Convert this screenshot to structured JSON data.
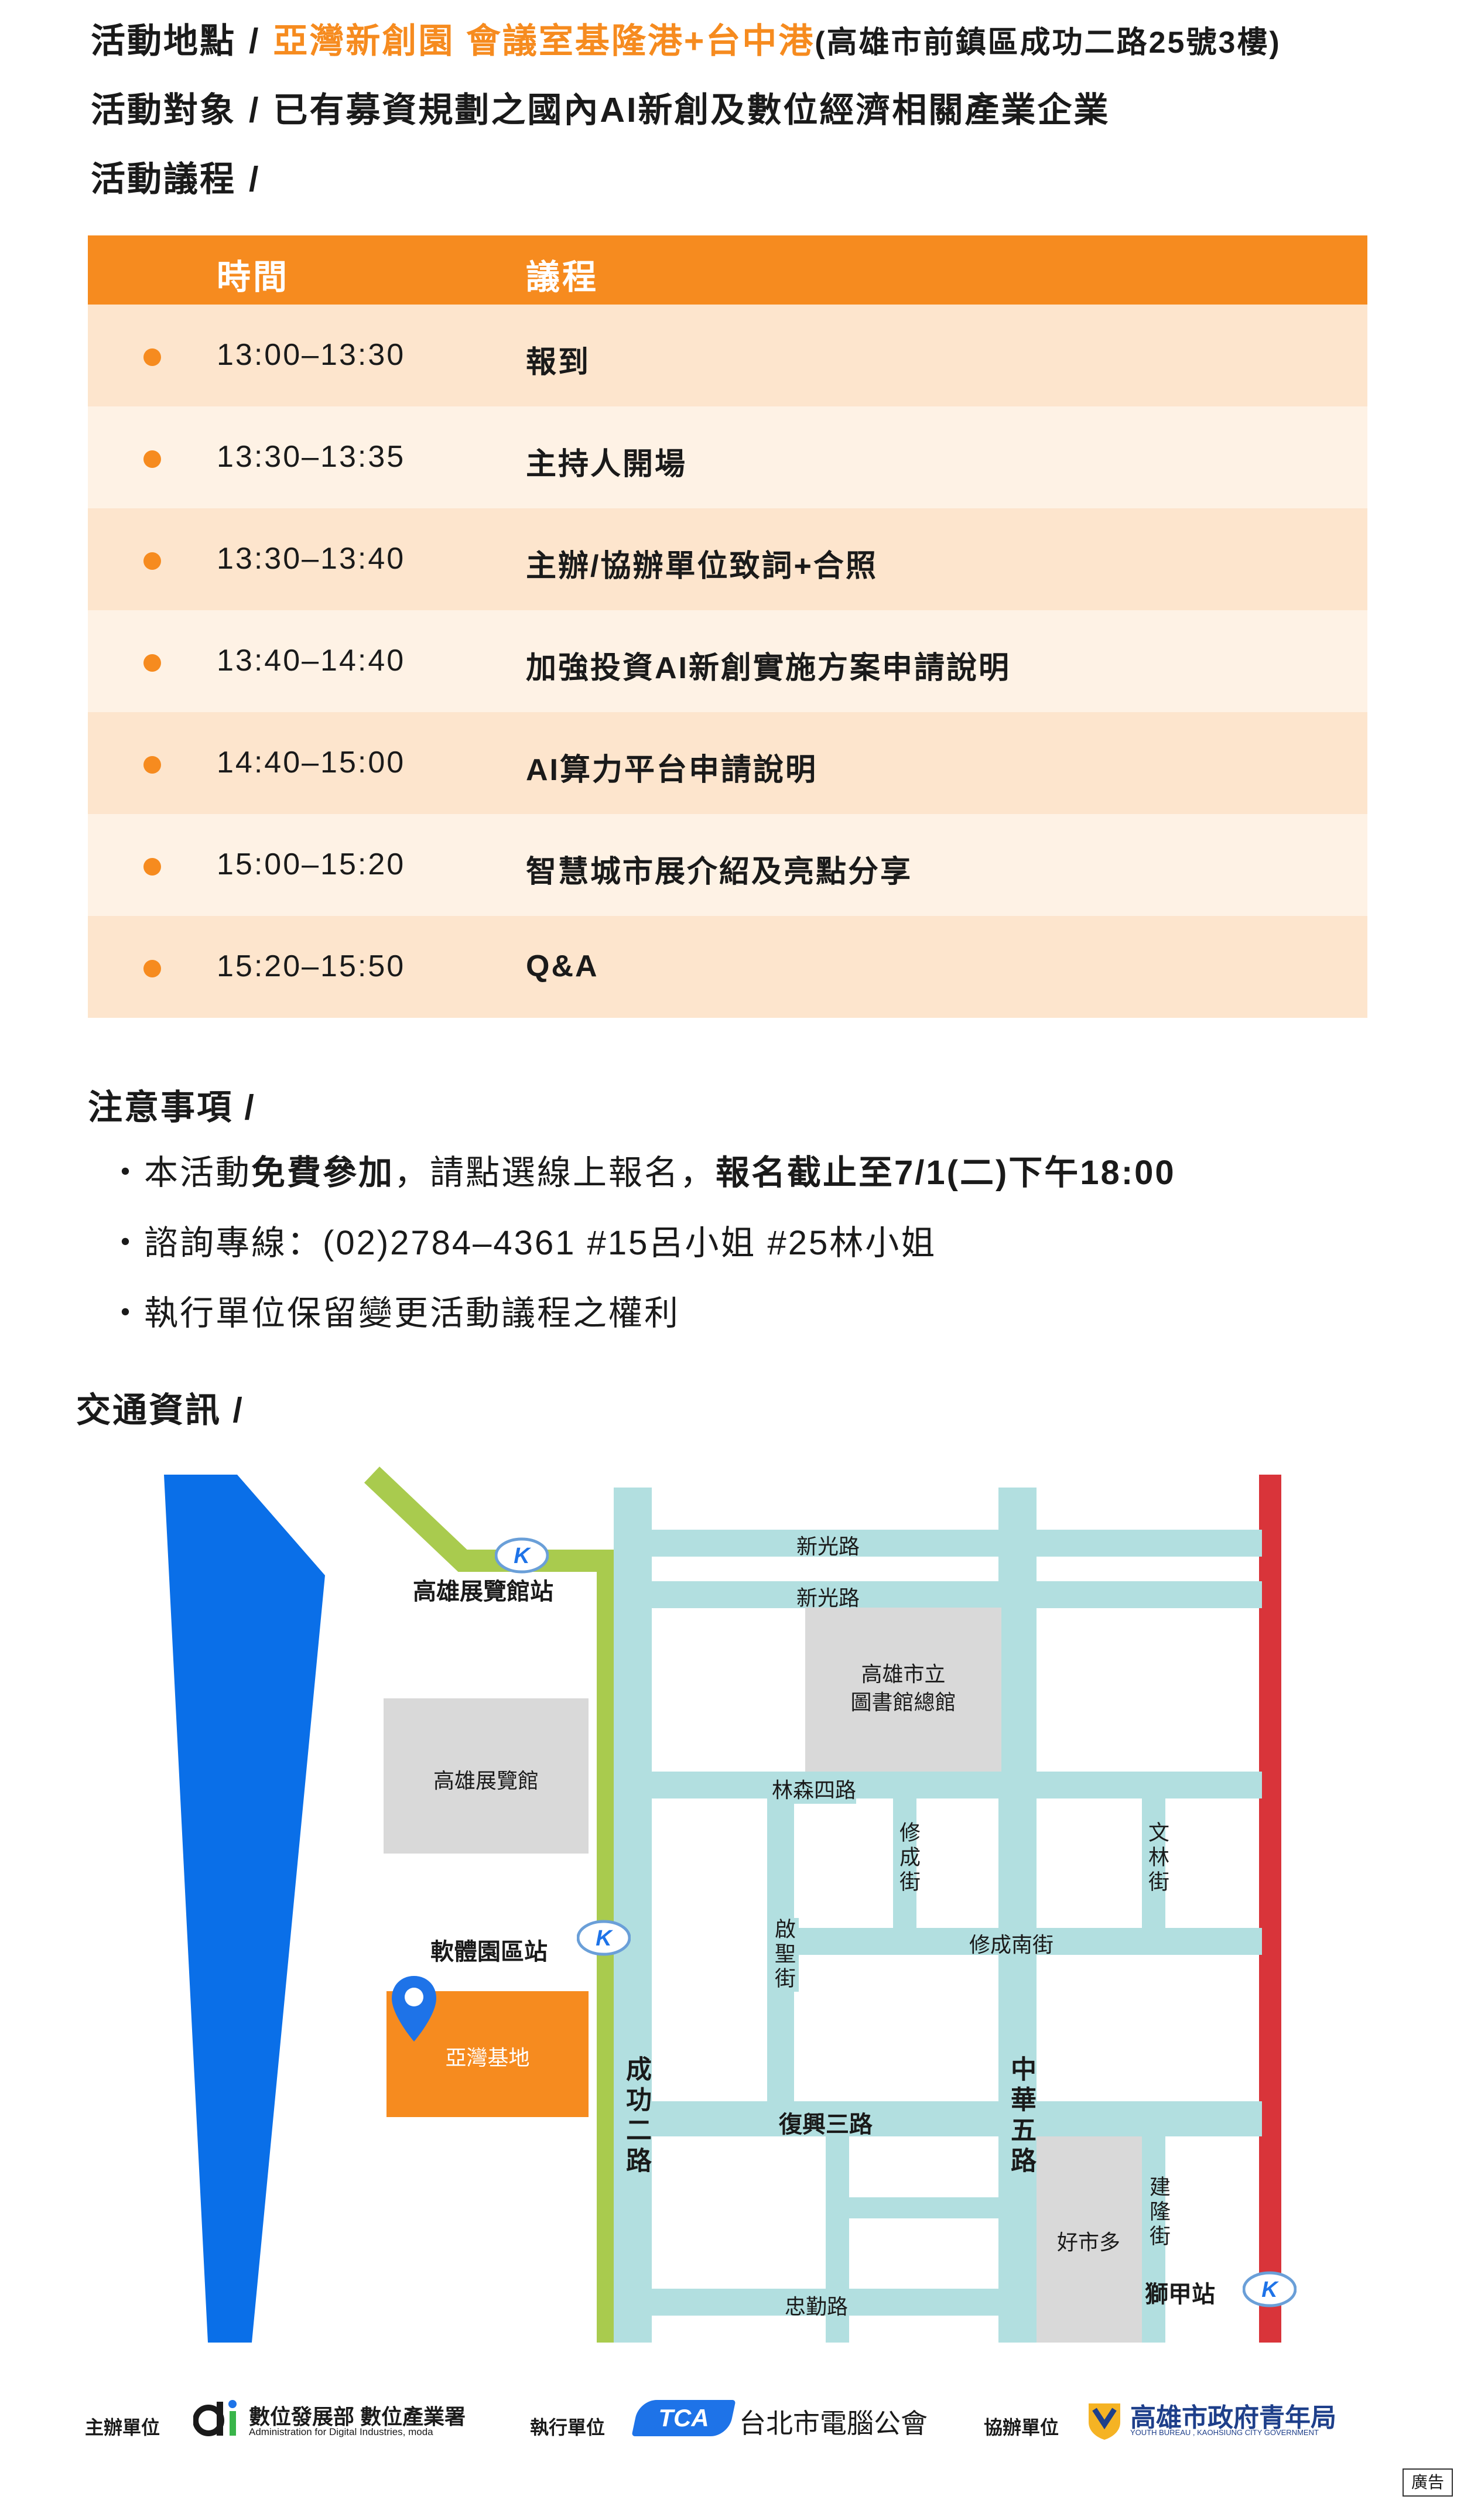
{
  "info": {
    "venue_label": "活動地點",
    "venue_value": "亞灣新創園 會議室基隆港+台中港",
    "venue_address": "(高雄市前鎮區成功二路25號3樓)",
    "audience_label": "活動對象",
    "audience_value": "已有募資規劃之國內AI新創及數位經濟相關產業企業",
    "agenda_label": "活動議程",
    "slash": "/"
  },
  "schedule": {
    "header_time": "時間",
    "header_topic": "議程",
    "rows": [
      {
        "time": "13:00–13:30",
        "topic": "報到"
      },
      {
        "time": "13:30–13:35",
        "topic": "主持人開場"
      },
      {
        "time": "13:30–13:40",
        "topic": "主辦/協辦單位致詞+合照"
      },
      {
        "time": "13:40–14:40",
        "topic": "加強投資AI新創實施方案申請說明"
      },
      {
        "time": "14:40–15:00",
        "topic": "AI算力平台申請說明"
      },
      {
        "time": "15:00–15:20",
        "topic": "智慧城市展介紹及亮點分享"
      },
      {
        "time": "15:20–15:50",
        "topic": "Q&A"
      }
    ]
  },
  "notes": {
    "title": "注意事項 /",
    "item1_a": "・本活動",
    "item1_b": "免費參加",
    "item1_c": "，請點選線上報名，",
    "item1_d": "報名截止至7/1(二)下午18:00",
    "item2": "・諮詢專線：(02)2784–4361 #15呂小姐 #25林小姐",
    "item3": "・執行單位保留變更活動議程之權利"
  },
  "traffic_title": "交通資訊 /",
  "map": {
    "station_exhibition": "高雄展覽館站",
    "station_software": "軟體園區站",
    "station_shijia": "獅甲站",
    "road_xinguang_1": "新光路",
    "road_xinguang_2": "新光路",
    "library": "高雄市立\n圖書館總館",
    "exhibition_hall": "高雄展覽館",
    "road_linsen": "林森四路",
    "road_xiucheng": "修成街",
    "road_wenlin": "文林街",
    "road_xiuchengnan": "修成南街",
    "road_qisheng": "啟聖街",
    "venue": "亞灣基地",
    "road_chenggong": "成功二路",
    "road_zhonghua": "中華五路",
    "road_fuxing": "復興三路",
    "road_jianlong": "建隆街",
    "costco": "好市多",
    "road_zhongqin": "忠勤路",
    "colors": {
      "sea": "#0a6fe8",
      "lrt": "#a9cb4e",
      "redline": "#d9343a",
      "road": "#b2dfe0",
      "block": "#d9d9d9",
      "venue": "#f68b1f"
    }
  },
  "footer": {
    "organizer_label": "主辦單位",
    "organizer_name": "數位發展部 數位產業署",
    "organizer_en": "Administration for Digital Industries, moda",
    "executor_label": "執行單位",
    "executor_logo": "TCA",
    "executor_name": "台北市電腦公會",
    "co_label": "協辦單位",
    "co_name": "高雄市政府青年局",
    "co_en": "YOUTH BUREAU , KAOHSIUNG CITY GOVERNMENT",
    "ad": "廣告"
  }
}
